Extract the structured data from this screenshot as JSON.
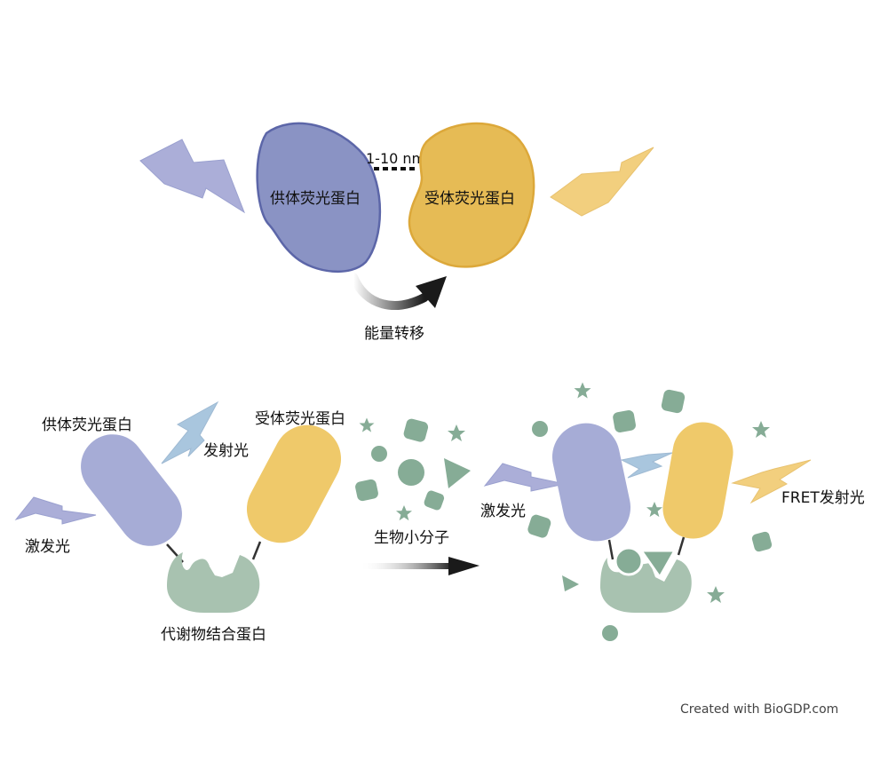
{
  "colors": {
    "donor": "#8a93c4",
    "donor_stroke": "#5c66a8",
    "donor_light": "#a6acd6",
    "acceptor": "#e6bb55",
    "acceptor_stroke": "#dca83a",
    "acceptor_light": "#efc96a",
    "binding_protein": "#a8c2b0",
    "molecule": "#86ac96",
    "excite_flash": "#abaed8",
    "emit_flash_blue": "#a9c6de",
    "emit_flash_yellow": "#f2cf7e",
    "arrow": "#1a1a1a"
  },
  "top": {
    "donor_label": "供体荧光蛋白",
    "acceptor_label": "受体荧光蛋白",
    "distance_label": "1-10 nm",
    "transfer_label": "能量转移"
  },
  "bottom_left": {
    "donor_label": "供体荧光蛋白",
    "acceptor_label": "受体荧光蛋白",
    "emission_label": "发射光",
    "excitation_label": "激发光",
    "binding_protein_label": "代谢物结合蛋白"
  },
  "middle": {
    "small_molecule_label": "生物小分子"
  },
  "bottom_right": {
    "excitation_label": "激发光",
    "fret_label": "FRET发射光"
  },
  "credit": "Created with BioGDP.com"
}
